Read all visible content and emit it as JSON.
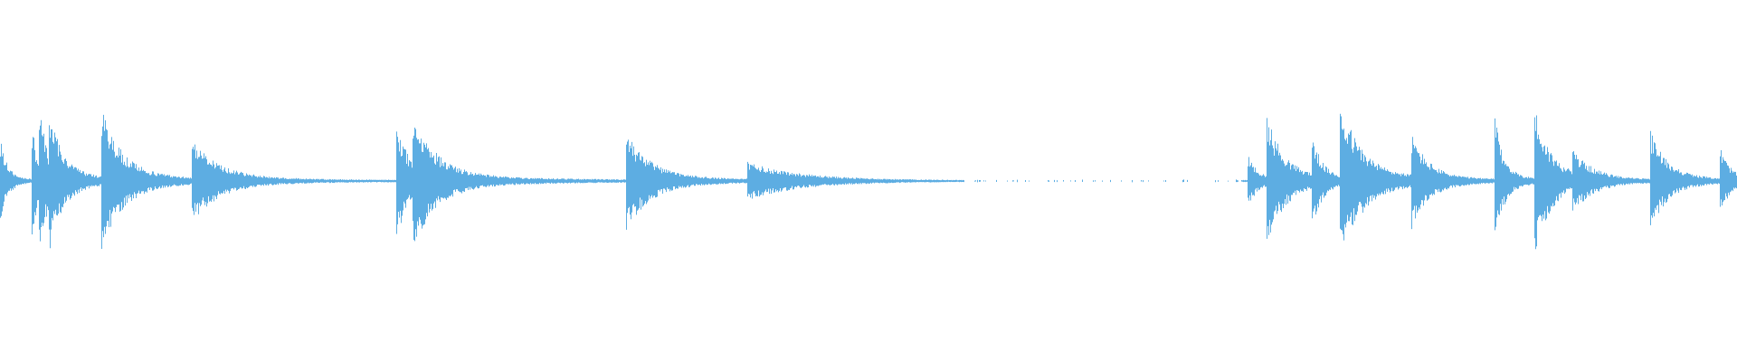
{
  "waveform": {
    "color": "#5DADE2",
    "background": "#ffffff",
    "events": [
      {
        "start": 0.0,
        "amp": 0.22,
        "decay": 0.004
      },
      {
        "start": 0.018,
        "amp": 0.3,
        "decay": 0.004
      },
      {
        "start": 0.022,
        "amp": 0.42,
        "decay": 0.005
      },
      {
        "start": 0.028,
        "amp": 0.38,
        "decay": 0.008
      },
      {
        "start": 0.058,
        "amp": 0.38,
        "decay": 0.012
      },
      {
        "start": 0.11,
        "amp": 0.22,
        "decay": 0.016
      },
      {
        "start": 0.228,
        "amp": 0.3,
        "decay": 0.008
      },
      {
        "start": 0.237,
        "amp": 0.36,
        "decay": 0.014
      },
      {
        "start": 0.36,
        "amp": 0.26,
        "decay": 0.014
      },
      {
        "start": 0.43,
        "amp": 0.1,
        "decay": 0.03
      },
      {
        "start": 0.718,
        "amp": 0.14,
        "decay": 0.006
      },
      {
        "start": 0.729,
        "amp": 0.35,
        "decay": 0.01
      },
      {
        "start": 0.755,
        "amp": 0.25,
        "decay": 0.006
      },
      {
        "start": 0.771,
        "amp": 0.44,
        "decay": 0.012
      },
      {
        "start": 0.812,
        "amp": 0.26,
        "decay": 0.01
      },
      {
        "start": 0.86,
        "amp": 0.36,
        "decay": 0.005
      },
      {
        "start": 0.883,
        "amp": 0.4,
        "decay": 0.009
      },
      {
        "start": 0.905,
        "amp": 0.17,
        "decay": 0.012
      },
      {
        "start": 0.95,
        "amp": 0.26,
        "decay": 0.01
      },
      {
        "start": 0.99,
        "amp": 0.18,
        "decay": 0.006
      }
    ],
    "noise_floor": 0.006,
    "silence_segments": [
      {
        "from": 0.555,
        "to": 0.715
      }
    ]
  }
}
